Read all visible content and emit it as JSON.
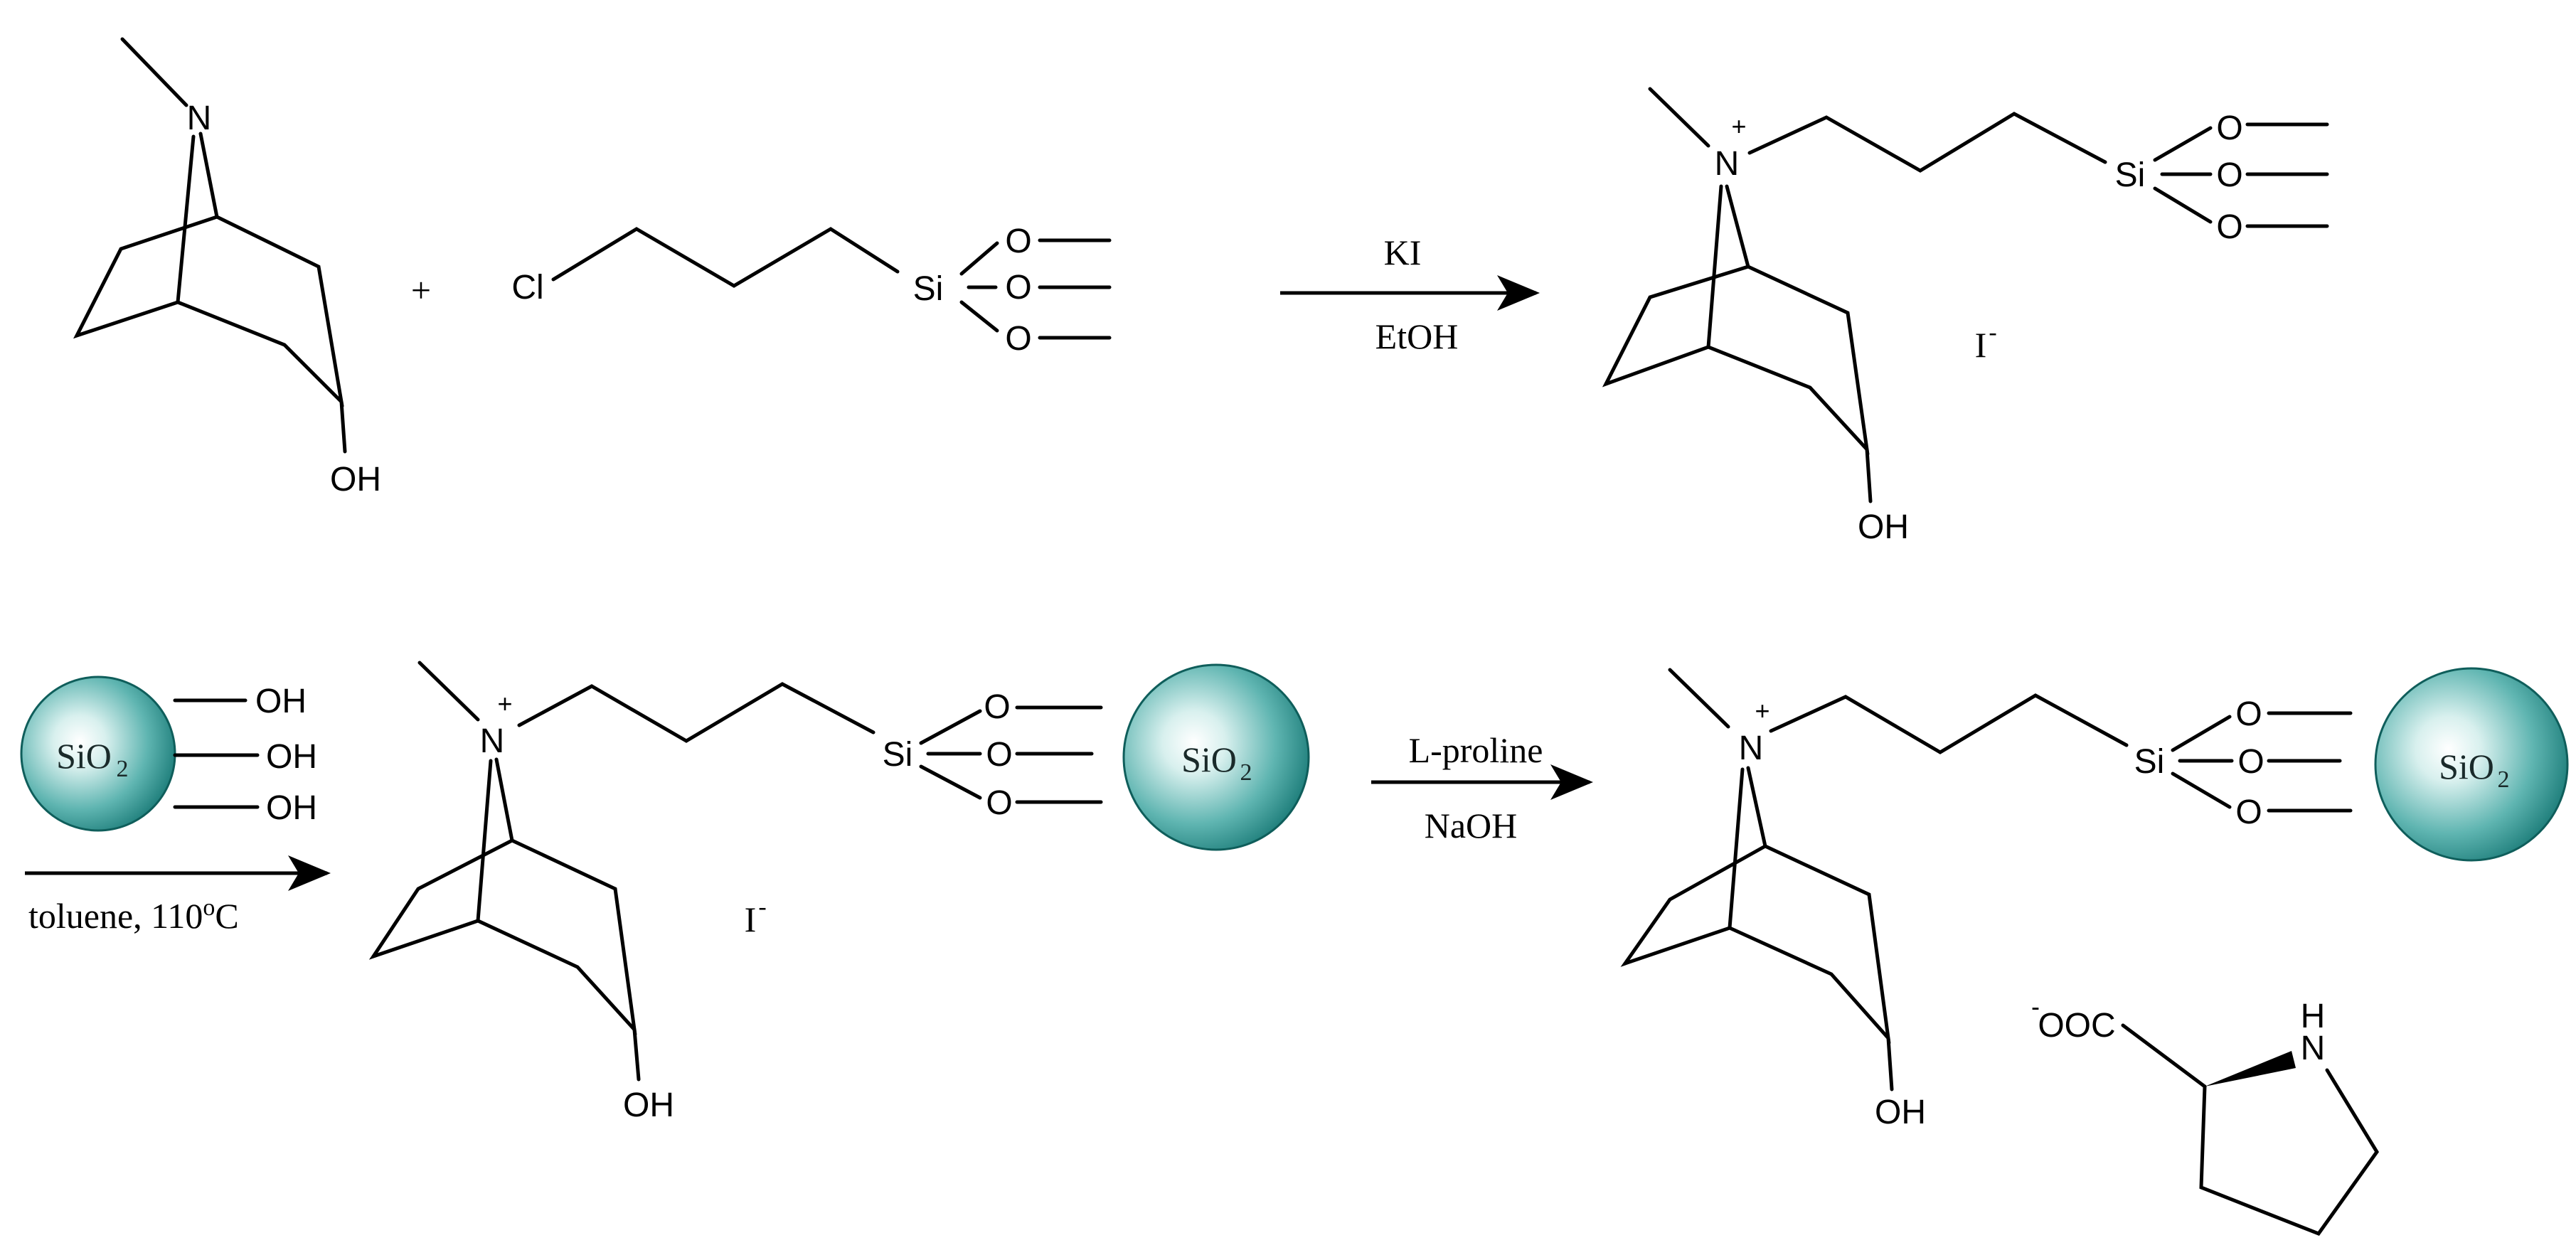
{
  "labels": {
    "n": "N",
    "oh": "OH",
    "cl": "Cl",
    "si": "Si",
    "o": "O",
    "plus_sign": "+",
    "n_plus_charge": "+",
    "iodide": "I",
    "minus_charge": "-",
    "sio2_base": "SiO",
    "sio2_sub": "2",
    "carboxylate": "OOC",
    "proline_nh": "N",
    "proline_h": "H"
  },
  "arrows": {
    "step1": {
      "above": "KI",
      "below": "EtOH"
    },
    "step2": {
      "below_text": "toluene, 110",
      "below_sup": "o",
      "below_unit": "C"
    },
    "step3": {
      "above": "L-proline",
      "below": "NaOH"
    }
  },
  "colors": {
    "bond": "#000000",
    "sphere_light": "#e9f7f6",
    "sphere_mid": "#5fb5b1",
    "sphere_dark": "#1d7f7c",
    "sphere_edge": "#0f5e5b"
  }
}
